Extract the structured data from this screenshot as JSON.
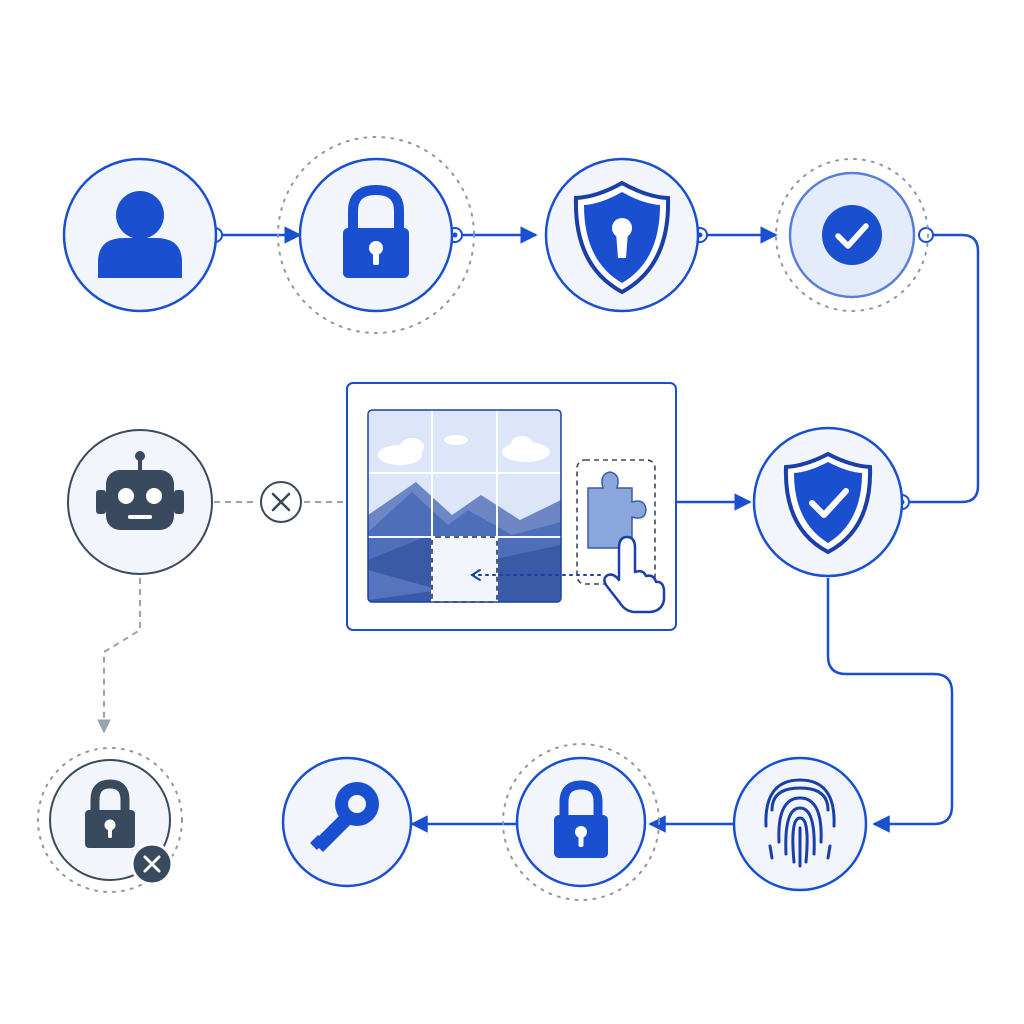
{
  "colors": {
    "primary": "#1a4fd0",
    "primary_dark": "#1a3fa8",
    "node_fill": "#f2f5fb",
    "node_fill_light": "#e4ecfb",
    "bot_gray": "#3a4a5e",
    "connector_gray": "#9aa3b0",
    "puzzle_blue": "#8aa6dc",
    "sky": "#dce6f8",
    "mountain": "#4d6eb8",
    "mountain_dark": "#3a5aa8"
  },
  "nodes": [
    {
      "id": "user",
      "icon": "user-icon"
    },
    {
      "id": "lock-1",
      "icon": "padlock-icon"
    },
    {
      "id": "shield-keyhole",
      "icon": "shield-keyhole-icon"
    },
    {
      "id": "verified",
      "icon": "check-circle-icon"
    },
    {
      "id": "shield-check",
      "icon": "shield-check-icon"
    },
    {
      "id": "fingerprint",
      "icon": "fingerprint-icon"
    },
    {
      "id": "lock-2",
      "icon": "padlock-icon"
    },
    {
      "id": "key",
      "icon": "key-icon"
    },
    {
      "id": "bot",
      "icon": "robot-icon"
    },
    {
      "id": "blocked-lock",
      "icon": "padlock-blocked-icon"
    }
  ],
  "captcha": {
    "grid_cols": 3,
    "grid_rows": 3,
    "missing_tile": {
      "row": 2,
      "col": 1
    },
    "piece_icon": "puzzle-piece-icon",
    "cursor_icon": "hand-pointer-icon"
  }
}
